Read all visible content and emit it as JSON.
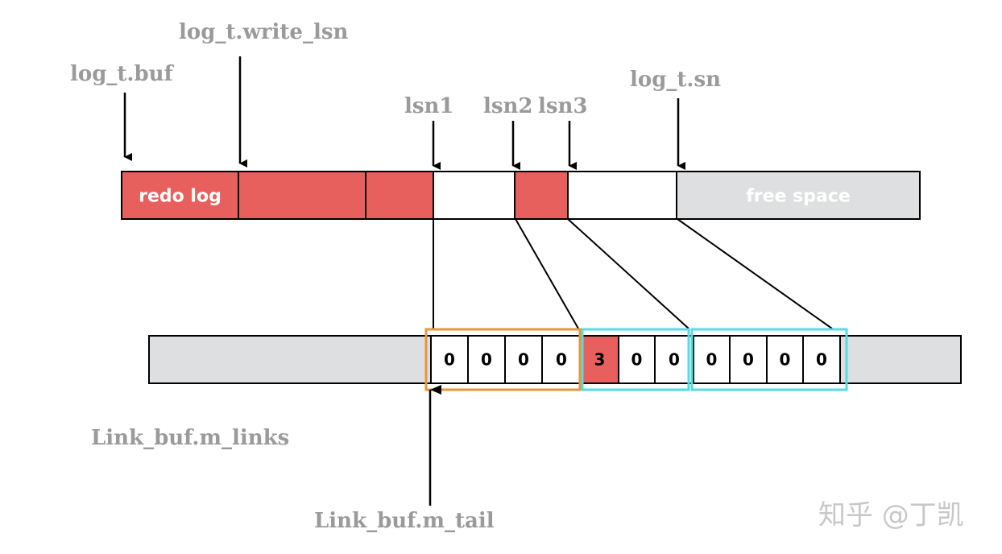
{
  "colors": {
    "filled": "#e8605d",
    "empty": "#ffffff",
    "free": "#dedfe0",
    "group_orange": "#e8963a",
    "group_cyan": "#56dbe3",
    "label_gray": "#9a9a9a"
  },
  "labels": {
    "buf": "log_t.buf",
    "write_lsn": "log_t.write_lsn",
    "lsn1": "lsn1",
    "lsn2": "lsn2",
    "lsn3": "lsn3",
    "sn": "log_t.sn",
    "m_links": "Link_buf.m_links",
    "m_tail": "Link_buf.m_tail"
  },
  "log_buffer": {
    "segments": [
      {
        "text": "redo log",
        "state": "filled"
      },
      {
        "text": "",
        "state": "filled"
      },
      {
        "text": "",
        "state": "filled"
      },
      {
        "text": "",
        "state": "empty"
      },
      {
        "text": "",
        "state": "filled"
      },
      {
        "text": "",
        "state": "empty"
      },
      {
        "text": "free space",
        "state": "free"
      }
    ]
  },
  "link_buf": {
    "cells": [
      "0",
      "0",
      "0",
      "0",
      "3",
      "0",
      "0",
      "0",
      "0",
      "0",
      "0"
    ],
    "highlighted_cell": "3",
    "groups": [
      {
        "color": "orange"
      },
      {
        "color": "cyan"
      },
      {
        "color": "cyan"
      }
    ]
  },
  "watermark": "知乎 @丁凯"
}
